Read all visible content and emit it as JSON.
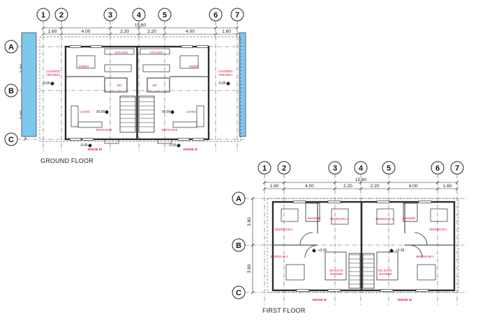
{
  "ground_floor": {
    "title": "GROUND FLOOR",
    "grid_cols": [
      "1",
      "2",
      "3",
      "4",
      "5",
      "6",
      "7"
    ],
    "grid_rows": [
      "A",
      "B",
      "C"
    ],
    "col_dims": [
      "1.60",
      "4.00",
      "2.20",
      "2.20",
      "4.00",
      "1.60"
    ],
    "total_dim": "15.60",
    "row_dims": [
      "3.80",
      "3.80"
    ],
    "rooms": [
      "KITCHEN",
      "KITCHEN",
      "DINING",
      "DINING",
      "COVERED VERANDA",
      "COVERED VERANDA",
      "LIVING",
      "LIVING",
      "ENTRANCE",
      "ENTRANCE",
      "WC",
      "WC"
    ],
    "levels": [
      "±0.00",
      "±0.00",
      "-0.05",
      "-0.05",
      "-0.05",
      "-0.05"
    ],
    "houses": [
      "HOUSE 02",
      "HOUSE 01"
    ]
  },
  "first_floor": {
    "title": "FIRST FLOOR",
    "grid_cols": [
      "1",
      "2",
      "3",
      "4",
      "5",
      "6",
      "7"
    ],
    "grid_rows": [
      "A",
      "B",
      "C"
    ],
    "col_dims": [
      "1.60",
      "4.00",
      "2.20",
      "2.20",
      "4.00",
      "1.60"
    ],
    "total_dim": "15.60",
    "row_dims": [
      "3.80",
      "3.80"
    ],
    "rooms": [
      "BEDROOM 2",
      "BEDROOM 2",
      "SHOWER",
      "SHOWER",
      "BEDROOM 1",
      "BEDROOM 1",
      "BEDROOM 3",
      "BEDROOM 3",
      "EN SUITE SHOWER",
      "EN SUITE SHOWER"
    ],
    "levels": [
      "+3.30",
      "+3.30"
    ],
    "houses": [
      "HOUSE 02",
      "HOUSE 01"
    ]
  },
  "colors": {
    "line": "#2b2b2b",
    "room_label": "#d0103a",
    "pool": "#7ec8ee",
    "grid": "#555555"
  }
}
